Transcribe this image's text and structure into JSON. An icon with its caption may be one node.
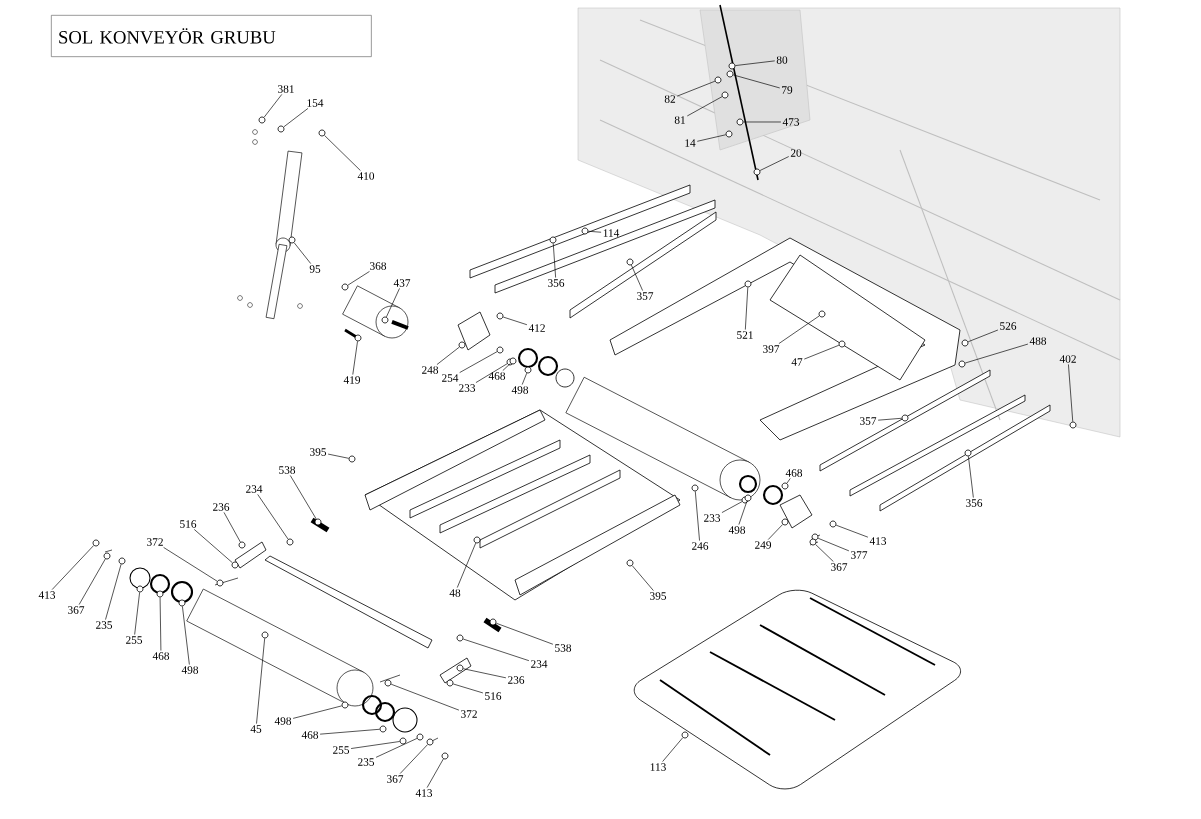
{
  "diagram": {
    "title": "SOL KONVEYÖR GRUBU",
    "nodes": [
      {
        "text": [
          "381"
        ]
      },
      {
        "text": [
          "154"
        ]
      },
      {
        "text": [
          "410"
        ]
      },
      {
        "text": [
          "95"
        ]
      },
      {
        "text": [
          "368"
        ]
      },
      {
        "text": [
          "437"
        ]
      },
      {
        "text": [
          "419"
        ]
      },
      {
        "text": [
          "412"
        ]
      },
      {
        "text": [
          "248"
        ]
      },
      {
        "text": [
          "254"
        ]
      },
      {
        "text": [
          "233"
        ]
      },
      {
        "text": [
          "468"
        ]
      },
      {
        "text": [
          "498"
        ]
      },
      {
        "text": [
          "80"
        ]
      },
      {
        "text": [
          "82"
        ]
      },
      {
        "text": [
          "79"
        ]
      },
      {
        "text": [
          "81"
        ]
      },
      {
        "text": [
          "473"
        ]
      },
      {
        "text": [
          "14"
        ]
      },
      {
        "text": [
          "20"
        ]
      },
      {
        "text": [
          "114"
        ]
      },
      {
        "text": [
          "356"
        ]
      },
      {
        "text": [
          "357"
        ]
      },
      {
        "text": [
          "521"
        ]
      },
      {
        "text": [
          "397"
        ]
      },
      {
        "text": [
          "47"
        ]
      },
      {
        "text": [
          "526"
        ]
      },
      {
        "text": [
          "488"
        ]
      },
      {
        "text": [
          "402"
        ]
      },
      {
        "text": [
          "357"
        ]
      },
      {
        "text": [
          "356"
        ]
      },
      {
        "text": [
          "395"
        ]
      },
      {
        "text": [
          "538"
        ]
      },
      {
        "text": [
          "234"
        ]
      },
      {
        "text": [
          "236"
        ]
      },
      {
        "text": [
          "516"
        ]
      },
      {
        "text": [
          "372"
        ]
      },
      {
        "text": [
          "413"
        ]
      },
      {
        "text": [
          "367"
        ]
      },
      {
        "text": [
          "235"
        ]
      },
      {
        "text": [
          "255"
        ]
      },
      {
        "text": [
          "468"
        ]
      },
      {
        "text": [
          "498"
        ]
      },
      {
        "text": [
          "48"
        ]
      },
      {
        "text": [
          "246"
        ]
      },
      {
        "text": [
          "233"
        ]
      },
      {
        "text": [
          "498"
        ]
      },
      {
        "text": [
          "468"
        ]
      },
      {
        "text": [
          "249"
        ]
      },
      {
        "text": [
          "413"
        ]
      },
      {
        "text": [
          "377"
        ]
      },
      {
        "text": [
          "367"
        ]
      },
      {
        "text": [
          "395"
        ]
      },
      {
        "text": [
          "538"
        ]
      },
      {
        "text": [
          "234"
        ]
      },
      {
        "text": [
          "236"
        ]
      },
      {
        "text": [
          "516"
        ]
      },
      {
        "text": [
          "372"
        ]
      },
      {
        "text": [
          "45"
        ]
      },
      {
        "text": [
          "498"
        ]
      },
      {
        "text": [
          "468"
        ]
      },
      {
        "text": [
          "255"
        ]
      },
      {
        "text": [
          "235"
        ]
      },
      {
        "text": [
          "367"
        ]
      },
      {
        "text": [
          "413"
        ]
      },
      {
        "text": [
          "113"
        ]
      },
      {
        "text": [],
        "shape": "circle"
      },
      {
        "text": [],
        "shape": "circle"
      },
      {
        "text": [],
        "shape": "circle"
      },
      {
        "text": [],
        "shape": "circle"
      },
      {
        "text": [],
        "shape": "circle"
      },
      {
        "text": [],
        "shape": "circle"
      },
      {
        "text": [],
        "shape": "circle"
      },
      {
        "text": [],
        "shape": "circle"
      },
      {
        "text": [],
        "shape": "circle"
      },
      {
        "text": [],
        "shape": "circle"
      },
      {
        "text": [],
        "shape": "circle"
      },
      {
        "text": [],
        "shape": "circle"
      },
      {
        "text": [],
        "shape": "circle"
      },
      {
        "text": [],
        "shape": "circle"
      },
      {
        "text": [],
        "shape": "circle"
      },
      {
        "text": [],
        "shape": "circle"
      },
      {
        "text": [],
        "shape": "circle"
      },
      {
        "text": [],
        "shape": "circle"
      },
      {
        "text": [],
        "shape": "circle"
      },
      {
        "text": [],
        "shape": "circle"
      },
      {
        "text": [],
        "shape": "circle"
      },
      {
        "text": [],
        "shape": "circle"
      },
      {
        "text": [],
        "shape": "circle"
      },
      {
        "text": [],
        "shape": "circle"
      },
      {
        "text": [],
        "shape": "circle"
      },
      {
        "text": [],
        "shape": "circle"
      },
      {
        "text": [],
        "shape": "circle"
      },
      {
        "text": [],
        "shape": "circle"
      },
      {
        "text": [],
        "shape": "circle"
      },
      {
        "text": [],
        "shape": "circle"
      },
      {
        "text": [],
        "shape": "circle"
      },
      {
        "text": [],
        "shape": "circle"
      },
      {
        "text": [],
        "shape": "circle"
      },
      {
        "text": [],
        "shape": "circle"
      },
      {
        "text": [],
        "shape": "circle"
      },
      {
        "text": [],
        "shape": "circle"
      },
      {
        "text": [],
        "shape": "circle"
      },
      {
        "text": [],
        "shape": "circle"
      },
      {
        "text": [],
        "shape": "circle"
      },
      {
        "text": [],
        "shape": "circle"
      },
      {
        "text": [],
        "shape": "circle"
      },
      {
        "text": [],
        "shape": "circle"
      },
      {
        "text": [],
        "shape": "circle"
      },
      {
        "text": [],
        "shape": "circle"
      },
      {
        "text": [],
        "shape": "circle"
      },
      {
        "text": [],
        "shape": "circle"
      },
      {
        "text": [],
        "shape": "circle"
      },
      {
        "text": [],
        "shape": "circle"
      },
      {
        "text": [],
        "shape": "circle"
      },
      {
        "text": [],
        "shape": "circle"
      },
      {
        "text": [],
        "shape": "circle"
      },
      {
        "text": [],
        "shape": "circle"
      },
      {
        "text": [],
        "shape": "circle"
      },
      {
        "text": [],
        "shape": "circle"
      },
      {
        "text": [],
        "shape": "circle"
      },
      {
        "text": [],
        "shape": "circle"
      },
      {
        "text": [],
        "shape": "circle"
      },
      {
        "text": [],
        "shape": "circle"
      },
      {
        "text": [],
        "shape": "circle"
      },
      {
        "text": [],
        "shape": "circle"
      },
      {
        "text": [],
        "shape": "circle"
      },
      {
        "text": [],
        "shape": "circle"
      },
      {
        "text": [],
        "shape": "circle"
      },
      {
        "text": [],
        "shape": "circle"
      },
      {
        "text": [],
        "shape": "circle"
      },
      {
        "text": [],
        "shape": "circle"
      }
    ],
    "edges": [
      {
        "from": 0,
        "to": 66,
        "arrow": "none"
      },
      {
        "from": 1,
        "to": 67,
        "arrow": "none"
      },
      {
        "from": 2,
        "to": 68,
        "arrow": "none"
      },
      {
        "from": 3,
        "to": 69,
        "arrow": "none"
      },
      {
        "from": 4,
        "to": 70,
        "arrow": "none"
      },
      {
        "from": 5,
        "to": 71,
        "arrow": "none"
      },
      {
        "from": 6,
        "to": 72,
        "arrow": "none"
      },
      {
        "from": 7,
        "to": 73,
        "arrow": "none"
      },
      {
        "from": 8,
        "to": 74,
        "arrow": "none"
      },
      {
        "from": 9,
        "to": 75,
        "arrow": "none"
      },
      {
        "from": 10,
        "to": 76,
        "arrow": "none"
      },
      {
        "from": 11,
        "to": 77,
        "arrow": "none"
      },
      {
        "from": 12,
        "to": 78,
        "arrow": "none"
      },
      {
        "from": 13,
        "to": 79,
        "arrow": "none"
      },
      {
        "from": 14,
        "to": 80,
        "arrow": "none"
      },
      {
        "from": 15,
        "to": 81,
        "arrow": "none"
      },
      {
        "from": 16,
        "to": 82,
        "arrow": "none"
      },
      {
        "from": 17,
        "to": 83,
        "arrow": "none"
      },
      {
        "from": 18,
        "to": 84,
        "arrow": "none"
      },
      {
        "from": 19,
        "to": 85,
        "arrow": "none"
      },
      {
        "from": 20,
        "to": 86,
        "arrow": "none"
      },
      {
        "from": 21,
        "to": 87,
        "arrow": "none"
      },
      {
        "from": 22,
        "to": 88,
        "arrow": "none"
      },
      {
        "from": 23,
        "to": 89,
        "arrow": "none"
      },
      {
        "from": 24,
        "to": 90,
        "arrow": "none"
      },
      {
        "from": 25,
        "to": 91,
        "arrow": "none"
      },
      {
        "from": 26,
        "to": 92,
        "arrow": "none"
      },
      {
        "from": 27,
        "to": 93,
        "arrow": "none"
      },
      {
        "from": 28,
        "to": 94,
        "arrow": "none"
      },
      {
        "from": 29,
        "to": 95,
        "arrow": "none"
      },
      {
        "from": 30,
        "to": 96,
        "arrow": "none"
      },
      {
        "from": 31,
        "to": 97,
        "arrow": "none"
      },
      {
        "from": 32,
        "to": 98,
        "arrow": "none"
      },
      {
        "from": 33,
        "to": 99,
        "arrow": "none"
      },
      {
        "from": 34,
        "to": 100,
        "arrow": "none"
      },
      {
        "from": 35,
        "to": 101,
        "arrow": "none"
      },
      {
        "from": 36,
        "to": 102,
        "arrow": "none"
      },
      {
        "from": 37,
        "to": 103,
        "arrow": "none"
      },
      {
        "from": 38,
        "to": 104,
        "arrow": "none"
      },
      {
        "from": 39,
        "to": 105,
        "arrow": "none"
      },
      {
        "from": 40,
        "to": 106,
        "arrow": "none"
      },
      {
        "from": 41,
        "to": 107,
        "arrow": "none"
      },
      {
        "from": 42,
        "to": 108,
        "arrow": "none"
      },
      {
        "from": 43,
        "to": 109,
        "arrow": "none"
      },
      {
        "from": 44,
        "to": 110,
        "arrow": "none"
      },
      {
        "from": 45,
        "to": 111,
        "arrow": "none"
      },
      {
        "from": 46,
        "to": 112,
        "arrow": "none"
      },
      {
        "from": 47,
        "to": 113,
        "arrow": "none"
      },
      {
        "from": 48,
        "to": 114,
        "arrow": "none"
      },
      {
        "from": 49,
        "to": 115,
        "arrow": "none"
      },
      {
        "from": 50,
        "to": 116,
        "arrow": "none"
      },
      {
        "from": 51,
        "to": 117,
        "arrow": "none"
      },
      {
        "from": 52,
        "to": 118,
        "arrow": "none"
      },
      {
        "from": 53,
        "to": 119,
        "arrow": "none"
      },
      {
        "from": 54,
        "to": 120,
        "arrow": "none"
      },
      {
        "from": 55,
        "to": 121,
        "arrow": "none"
      },
      {
        "from": 56,
        "to": 122,
        "arrow": "none"
      },
      {
        "from": 57,
        "to": 123,
        "arrow": "none"
      },
      {
        "from": 58,
        "to": 124,
        "arrow": "none"
      },
      {
        "from": 59,
        "to": 125,
        "arrow": "none"
      },
      {
        "from": 60,
        "to": 126,
        "arrow": "none"
      },
      {
        "from": 61,
        "to": 127,
        "arrow": "none"
      },
      {
        "from": 62,
        "to": 128,
        "arrow": "none"
      },
      {
        "from": 63,
        "to": 129,
        "arrow": "none"
      },
      {
        "from": 64,
        "to": 130,
        "arrow": "none"
      },
      {
        "from": 65,
        "to": 131,
        "arrow": "none"
      }
    ]
  }
}
